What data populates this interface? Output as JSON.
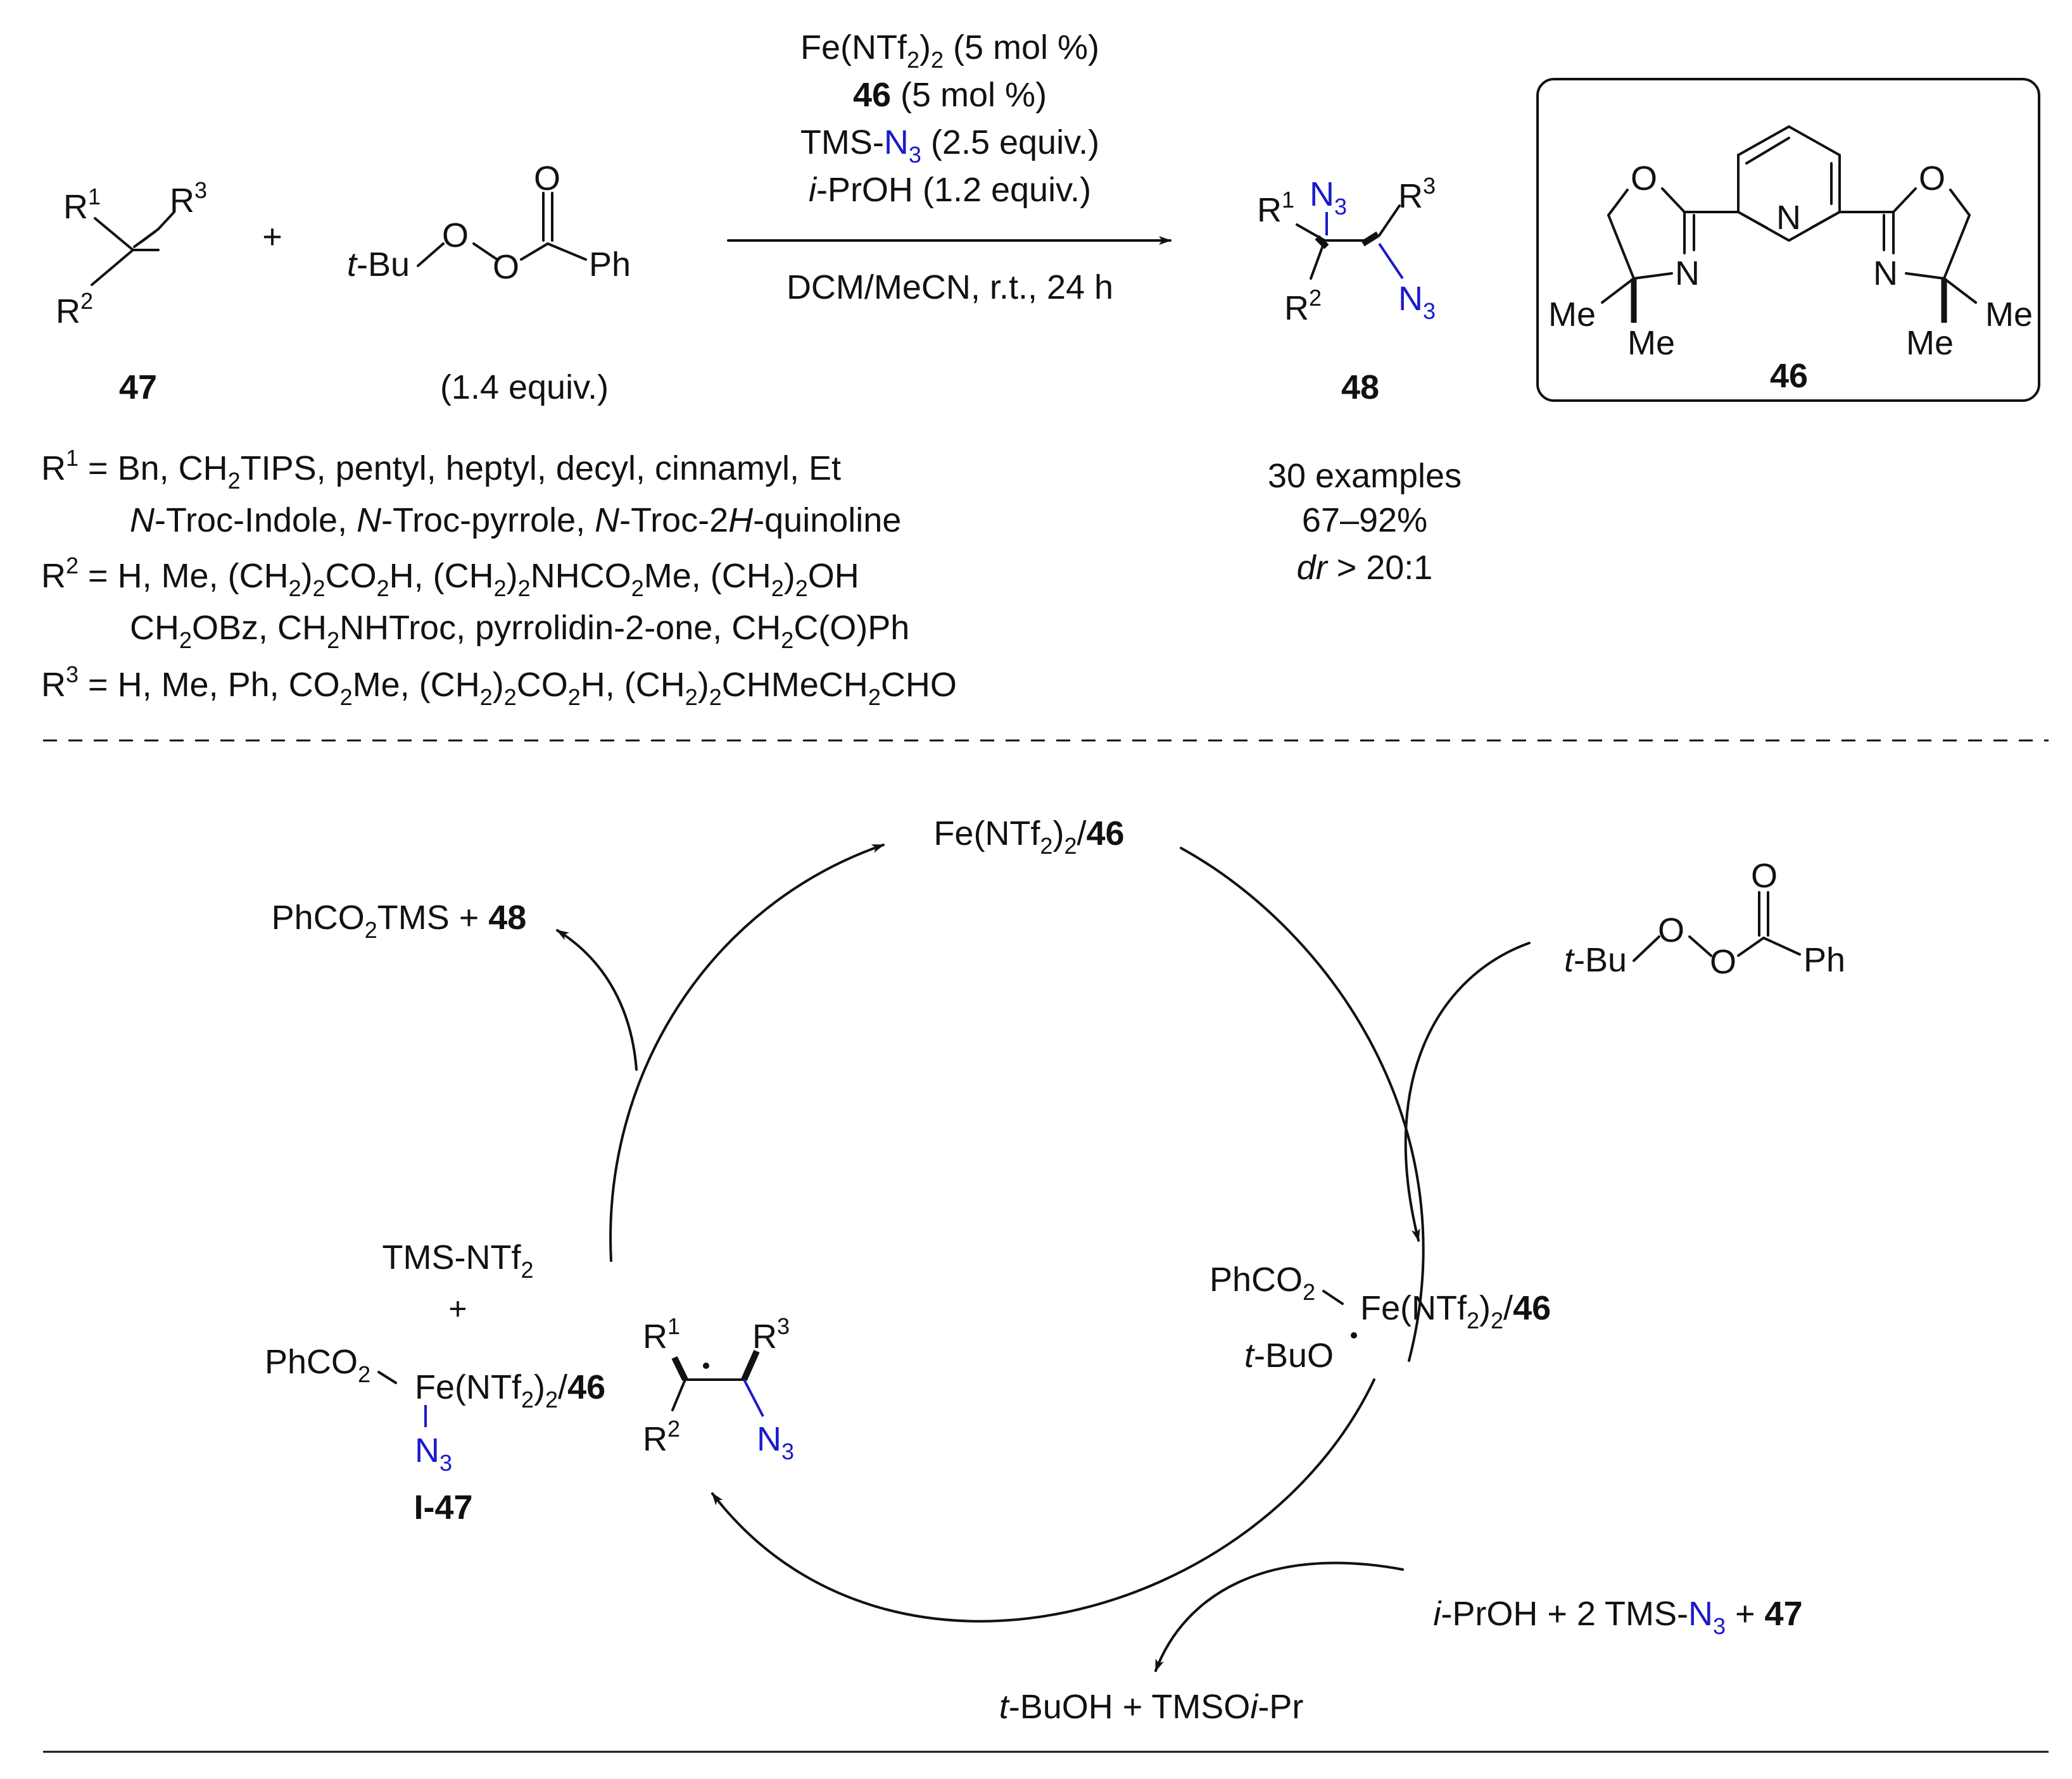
{
  "reaction": {
    "conditions": [
      {
        "parts": [
          {
            "t": "Fe(NTf"
          },
          {
            "t": "2",
            "sub": true
          },
          {
            "t": ")"
          },
          {
            "t": "2",
            "sub": true
          },
          {
            "t": " (5 mol %)"
          }
        ]
      },
      {
        "parts": [
          {
            "t": "46",
            "bold": true
          },
          {
            "t": " (5 mol %)"
          }
        ]
      },
      {
        "parts": [
          {
            "t": "TMS-"
          },
          {
            "t": "N",
            "blue": true
          },
          {
            "t": "3",
            "sub": true,
            "blue": true
          },
          {
            "t": " (2.5 equiv.)"
          }
        ]
      },
      {
        "parts": [
          {
            "t": "i",
            "italic": true
          },
          {
            "t": "-PrOH (1.2 equiv.)"
          }
        ]
      }
    ],
    "solvent": "DCM/MeCN, r.t., 24 h",
    "plus": "+",
    "compound47_label": "47",
    "perester_equiv": "(1.4 equiv.)",
    "compound48_label": "48",
    "catalyst_label": "46"
  },
  "product_info": {
    "examples": "30 examples",
    "yield": "67–92%",
    "dr_italic": "dr",
    "dr_rest": " > 20:1"
  },
  "substituents": [
    {
      "parts": [
        {
          "t": "R"
        },
        {
          "t": "1",
          "sup": true
        },
        {
          "t": " = Bn, CH"
        },
        {
          "t": "2",
          "sub": true
        },
        {
          "t": "TIPS, pentyl, heptyl, decyl, cinnamyl, Et"
        }
      ]
    },
    {
      "indent": true,
      "parts": [
        {
          "t": "N",
          "italic": true
        },
        {
          "t": "-Troc-Indole, "
        },
        {
          "t": "N",
          "italic": true
        },
        {
          "t": "-Troc-pyrrole, "
        },
        {
          "t": "N",
          "italic": true
        },
        {
          "t": "-Troc-2"
        },
        {
          "t": "H",
          "italic": true
        },
        {
          "t": "-quinoline"
        }
      ]
    },
    {
      "parts": [
        {
          "t": "R"
        },
        {
          "t": "2",
          "sup": true
        },
        {
          "t": " = H, Me, (CH"
        },
        {
          "t": "2",
          "sub": true
        },
        {
          "t": ")"
        },
        {
          "t": "2",
          "sub": true
        },
        {
          "t": "CO"
        },
        {
          "t": "2",
          "sub": true
        },
        {
          "t": "H, (CH"
        },
        {
          "t": "2",
          "sub": true
        },
        {
          "t": ")"
        },
        {
          "t": "2",
          "sub": true
        },
        {
          "t": "NHCO"
        },
        {
          "t": "2",
          "sub": true
        },
        {
          "t": "Me, (CH"
        },
        {
          "t": "2",
          "sub": true
        },
        {
          "t": ")"
        },
        {
          "t": "2",
          "sub": true
        },
        {
          "t": "OH"
        }
      ]
    },
    {
      "indent": true,
      "parts": [
        {
          "t": "CH"
        },
        {
          "t": "2",
          "sub": true
        },
        {
          "t": "OBz, CH"
        },
        {
          "t": "2",
          "sub": true
        },
        {
          "t": "NHTroc, pyrrolidin-2-one, CH"
        },
        {
          "t": "2",
          "sub": true
        },
        {
          "t": "C(O)Ph"
        }
      ]
    },
    {
      "parts": [
        {
          "t": "R"
        },
        {
          "t": "3",
          "sup": true
        },
        {
          "t": " = H, Me, Ph, CO"
        },
        {
          "t": "2",
          "sub": true
        },
        {
          "t": "Me, (CH"
        },
        {
          "t": "2",
          "sub": true
        },
        {
          "t": ")"
        },
        {
          "t": "2",
          "sub": true
        },
        {
          "t": "CO"
        },
        {
          "t": "2",
          "sub": true
        },
        {
          "t": "H, (CH"
        },
        {
          "t": "2",
          "sub": true
        },
        {
          "t": ")"
        },
        {
          "t": "2",
          "sub": true
        },
        {
          "t": "CHMeCH"
        },
        {
          "t": "2",
          "sub": true
        },
        {
          "t": "CHO"
        }
      ]
    }
  ],
  "cycle": {
    "catalyst": [
      {
        "t": "Fe(NTf"
      },
      {
        "t": "2",
        "sub": true
      },
      {
        "t": ")"
      },
      {
        "t": "2",
        "sub": true
      },
      {
        "t": "/"
      },
      {
        "t": "46",
        "bold": true
      }
    ],
    "release": [
      {
        "t": "PhCO"
      },
      {
        "t": "2",
        "sub": true
      },
      {
        "t": "TMS + "
      },
      {
        "t": "48",
        "bold": true
      }
    ],
    "tms_ntf2": [
      {
        "t": "TMS-NTf"
      },
      {
        "t": "2",
        "sub": true
      }
    ],
    "plus_small": "+",
    "intermediate_label": "I-47",
    "byproduct": [
      {
        "t": "t",
        "italic": true
      },
      {
        "t": "-BuOH + TMSO"
      },
      {
        "t": "i",
        "italic": true
      },
      {
        "t": "-Pr"
      }
    ],
    "reagents": [
      {
        "t": "i",
        "italic": true
      },
      {
        "t": "-PrOH + 2 TMS-"
      },
      {
        "t": "N",
        "blue": true
      },
      {
        "t": "3",
        "sub": true,
        "blue": true
      },
      {
        "t": " + "
      },
      {
        "t": "47",
        "bold": true
      }
    ]
  }
}
